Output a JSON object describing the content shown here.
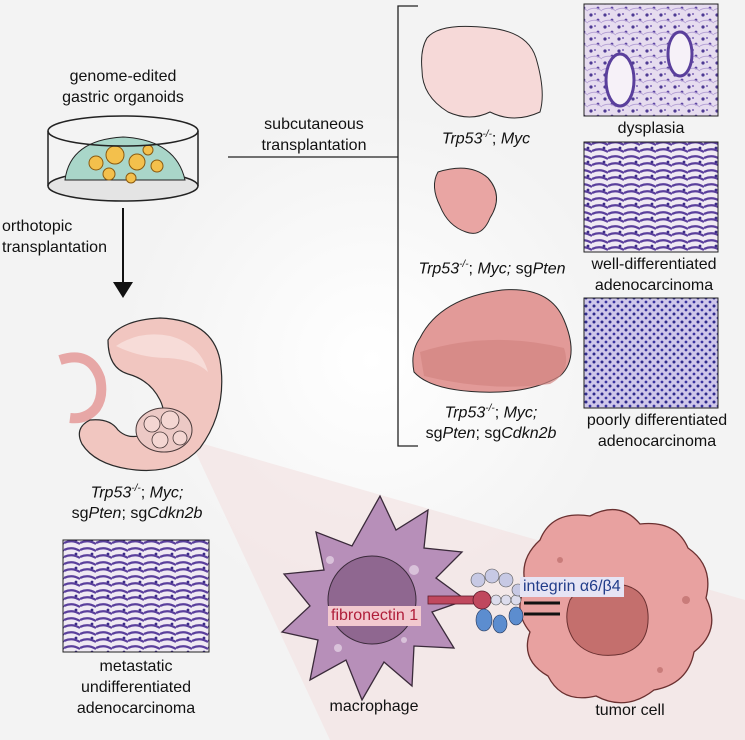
{
  "organoid": {
    "line1": "genome-edited",
    "line2": "gastric organoids"
  },
  "routes": {
    "subcutaneous": {
      "line1": "subcutaneous",
      "line2": "transplantation"
    },
    "orthotopic": {
      "line1": "orthotopic",
      "line2": "transplantation"
    }
  },
  "genotype_symbols": {
    "trp53": "Trp53",
    "superscript": "-/-",
    "myc": "Myc",
    "sg": "sg",
    "pten": "Pten",
    "cdkn2b": "Cdkn2b",
    "sep": "; "
  },
  "histology": {
    "dysplasia": "dysplasia",
    "well": {
      "line1": "well-differentiated",
      "line2": "adenocarcinoma"
    },
    "poorly": {
      "line1": "poorly differentiated",
      "line2": "adenocarcinoma"
    },
    "metastatic": {
      "line1": "metastatic",
      "line2": "undifferentiated",
      "line3": "adenocarcinoma"
    }
  },
  "interaction": {
    "ligand": "fibronectin 1",
    "receptor": "integrin α6/β4",
    "left_cell": "macrophage",
    "right_cell": "tumor cell"
  },
  "colors": {
    "tumor_pink": "#e8a1a0",
    "macrophage_purple": "#b78fb9",
    "integrin_blue": "#5c8dcf",
    "fibronectin_red": "#c0485e",
    "stain_purple": "#5a3f9c"
  }
}
